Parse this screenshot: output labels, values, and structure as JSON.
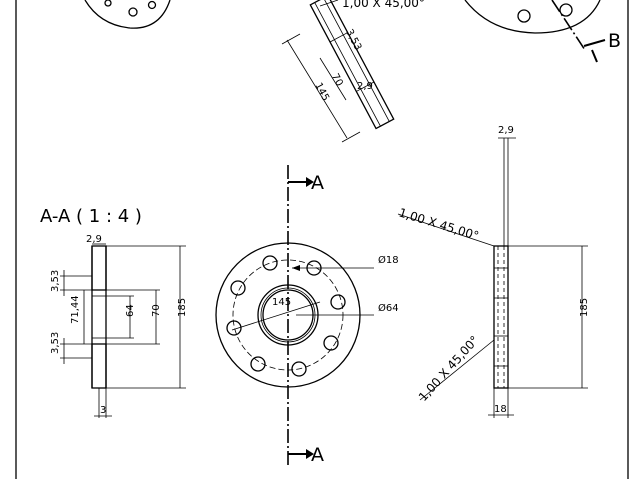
{
  "section": {
    "title": "A-A ( 1 : 4 )",
    "dims": {
      "width": "2,9",
      "upper_step": "3,53",
      "inner_span": "71,44",
      "lower_step": "3,53",
      "bore": "64",
      "hub": "70",
      "outer": "185",
      "bottom": "3"
    }
  },
  "front": {
    "marker_top": "A",
    "marker_bottom": "A",
    "dim_hole": "Ø18",
    "dim_bore": "Ø64",
    "dim_pcd": "145"
  },
  "side": {
    "dim_width_top": "2,9",
    "chamfer_top": "1,00 X 45,00°",
    "dim_height": "185",
    "chamfer_bottom": "1,00 X 45,00°",
    "dim_bottom": "18"
  },
  "top_detail": {
    "chamfer": "1,00 X 45,00°",
    "dim_353": "3,53",
    "dim_70": "70",
    "dim_145": "145",
    "dim_29": "2,9"
  },
  "view_marker_b": "B"
}
